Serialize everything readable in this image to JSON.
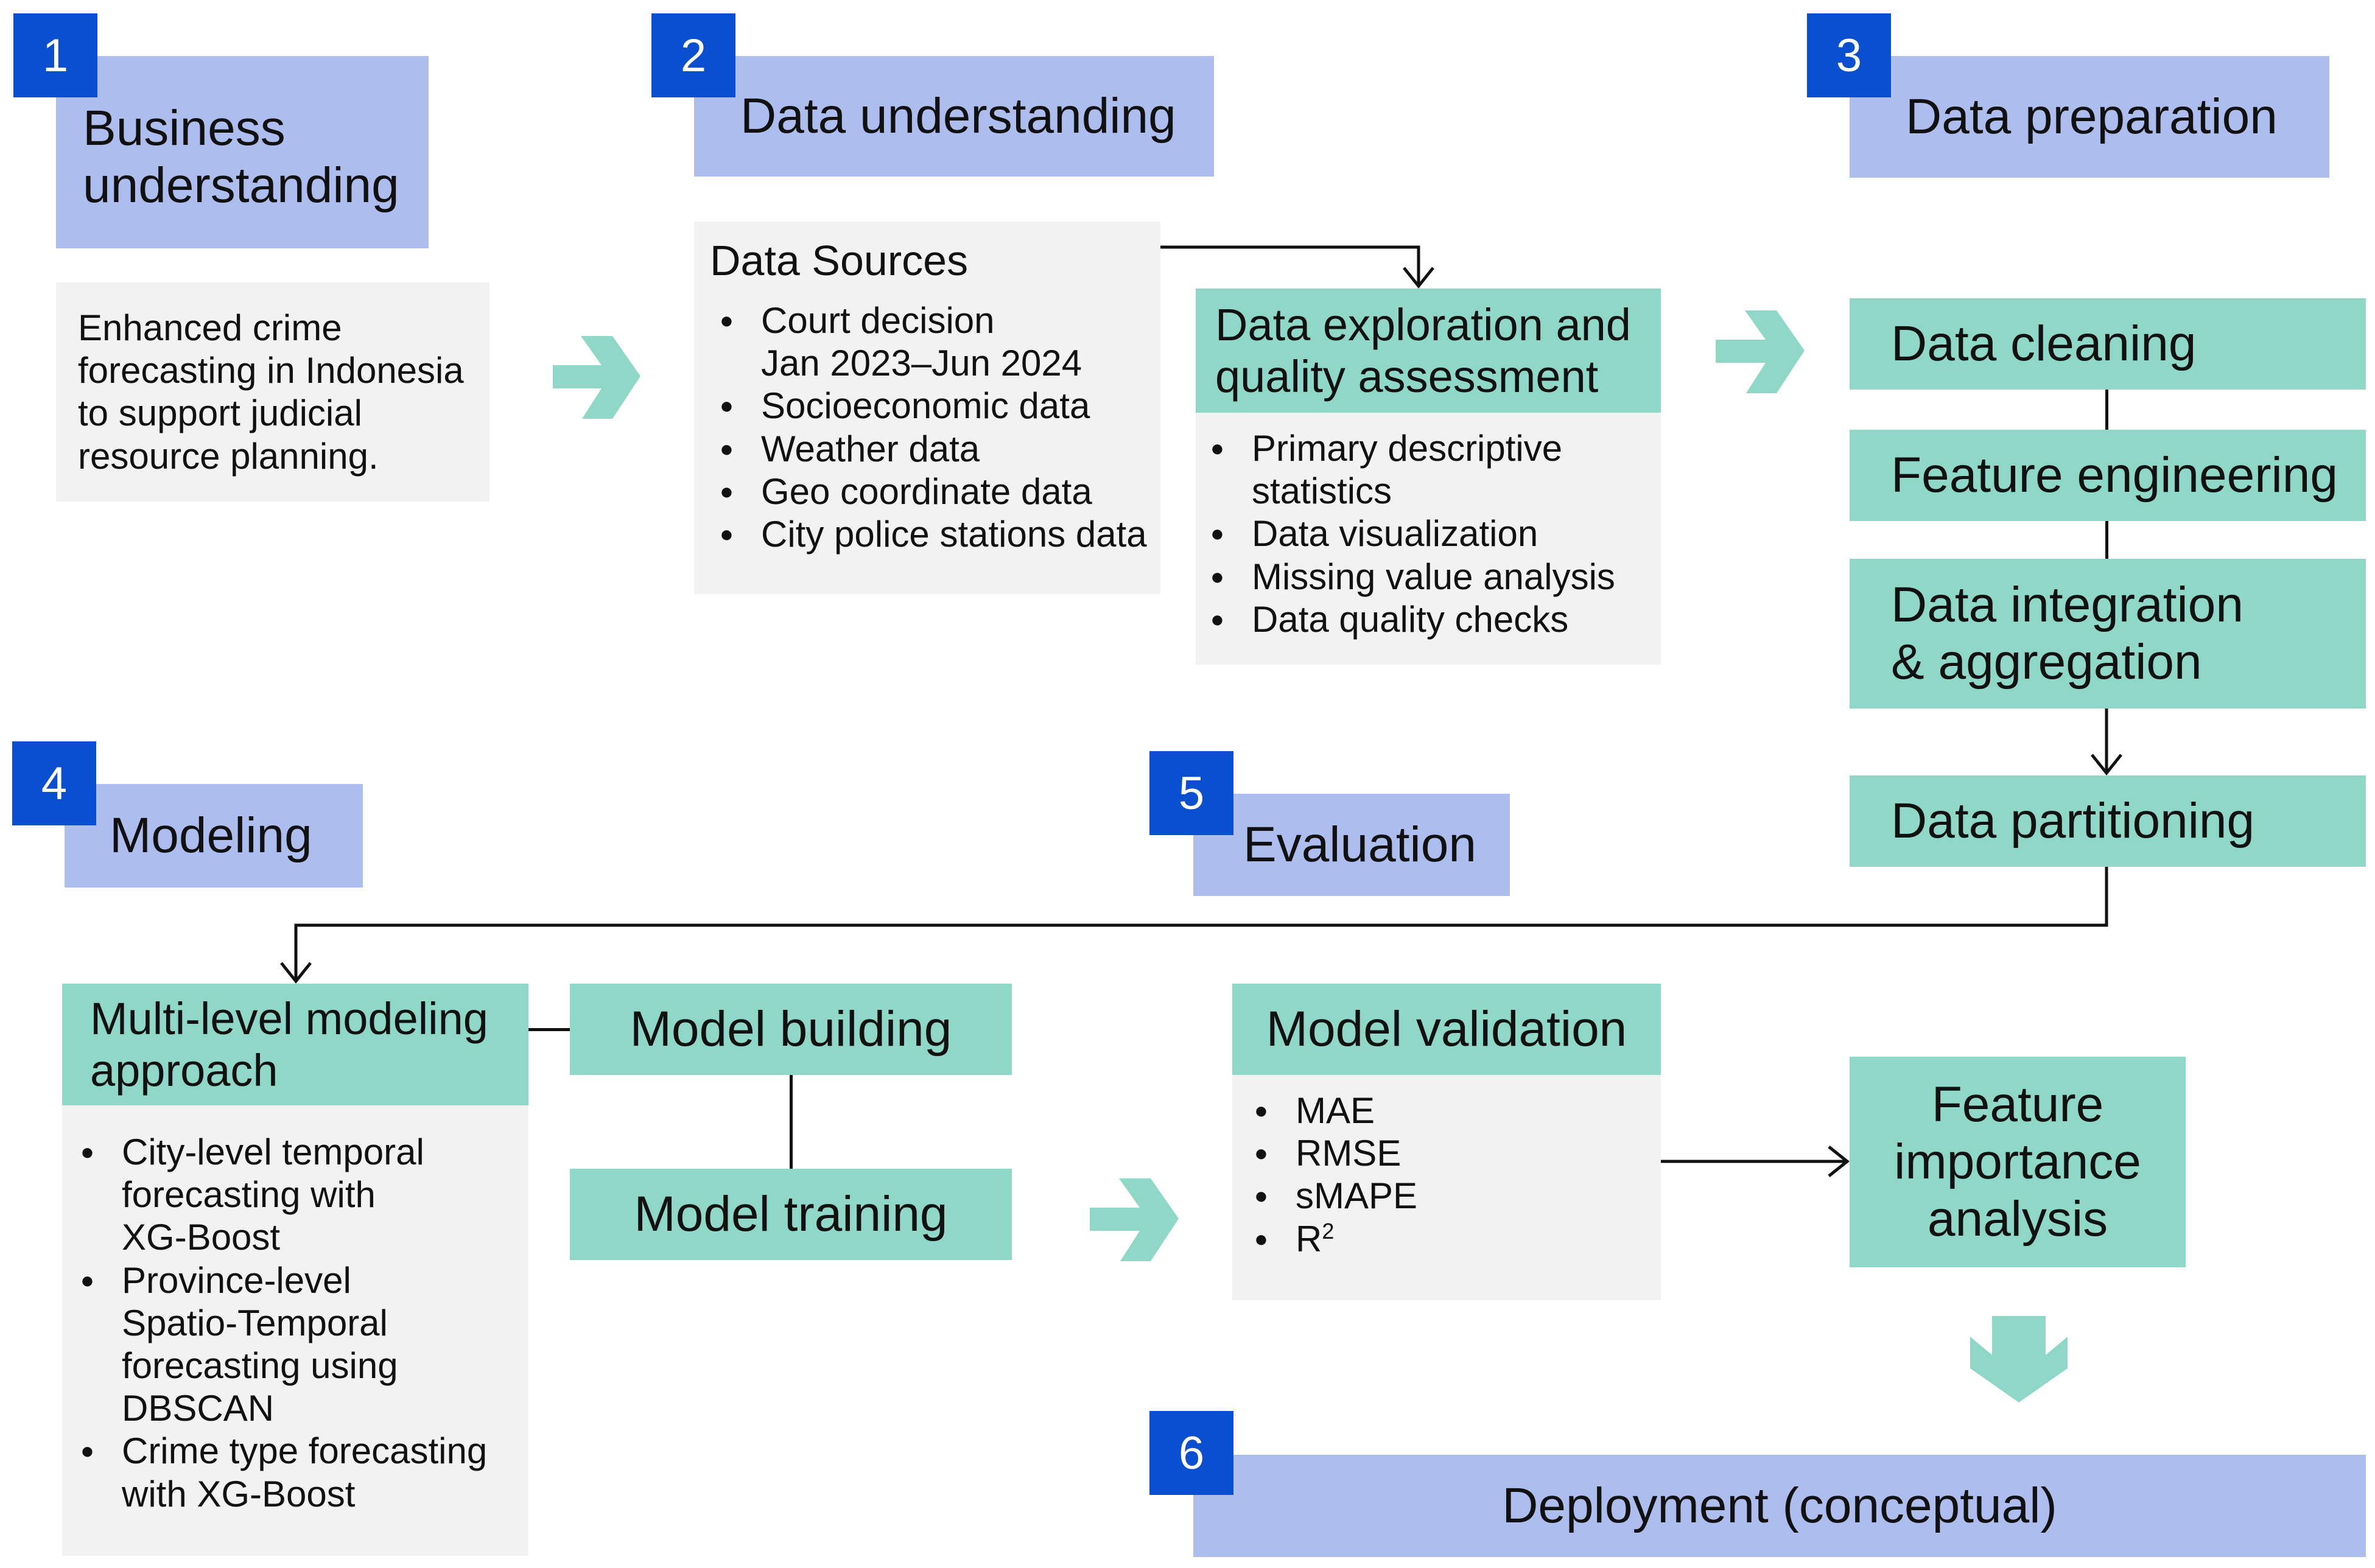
{
  "colors": {
    "phase": "#adbeee",
    "number": "#0a4fd0",
    "step": "#8fd8c8",
    "detail": "#f2f2f2",
    "arrow": "#8fd8c8",
    "line": "#111111"
  },
  "phase1": {
    "number": "1",
    "title_lines": [
      "Business",
      "understanding"
    ],
    "detail_lines": [
      "Enhanced crime",
      "forecasting in Indonesia",
      "to support judicial",
      "resource planning."
    ]
  },
  "phase2": {
    "number": "2",
    "title": "Data understanding",
    "sources": {
      "heading": "Data Sources",
      "items": [
        [
          "Court decision",
          "Jan 2023–Jun 2024"
        ],
        [
          "Socioeconomic data"
        ],
        [
          "Weather data"
        ],
        [
          "Geo coordinate data"
        ],
        [
          "City police stations data"
        ]
      ]
    },
    "exploration": {
      "title_lines": [
        "Data exploration and",
        "quality assessment"
      ],
      "items": [
        [
          "Primary descriptive",
          "statistics"
        ],
        [
          "Data visualization"
        ],
        [
          "Missing value analysis"
        ],
        [
          "Data quality checks"
        ]
      ]
    }
  },
  "phase3": {
    "number": "3",
    "title": "Data preparation",
    "steps": {
      "cleaning": "Data cleaning",
      "feature_engineering": "Feature engineering",
      "integration_lines": [
        "Data integration",
        "& aggregation"
      ],
      "partitioning": "Data partitioning"
    }
  },
  "phase4": {
    "number": "4",
    "title": "Modeling",
    "approach": {
      "title_lines": [
        "Multi-level modeling",
        "approach"
      ],
      "items": [
        [
          "City-level temporal",
          "forecasting with",
          "XG-Boost"
        ],
        [
          "Province-level",
          "Spatio-Temporal",
          "forecasting using",
          "DBSCAN"
        ],
        [
          "Crime type forecasting",
          "with XG-Boost"
        ]
      ]
    },
    "model_building": "Model building",
    "model_training": "Model training"
  },
  "phase5": {
    "number": "5",
    "title": "Evaluation",
    "validation": {
      "title": "Model validation",
      "metrics": [
        "MAE",
        "RMSE",
        "sMAPE"
      ],
      "r_base": "R",
      "r_exp": "2"
    },
    "feature_importance_lines": [
      "Feature",
      "importance",
      "analysis"
    ]
  },
  "phase6": {
    "number": "6",
    "title": "Deployment (conceptual)"
  }
}
